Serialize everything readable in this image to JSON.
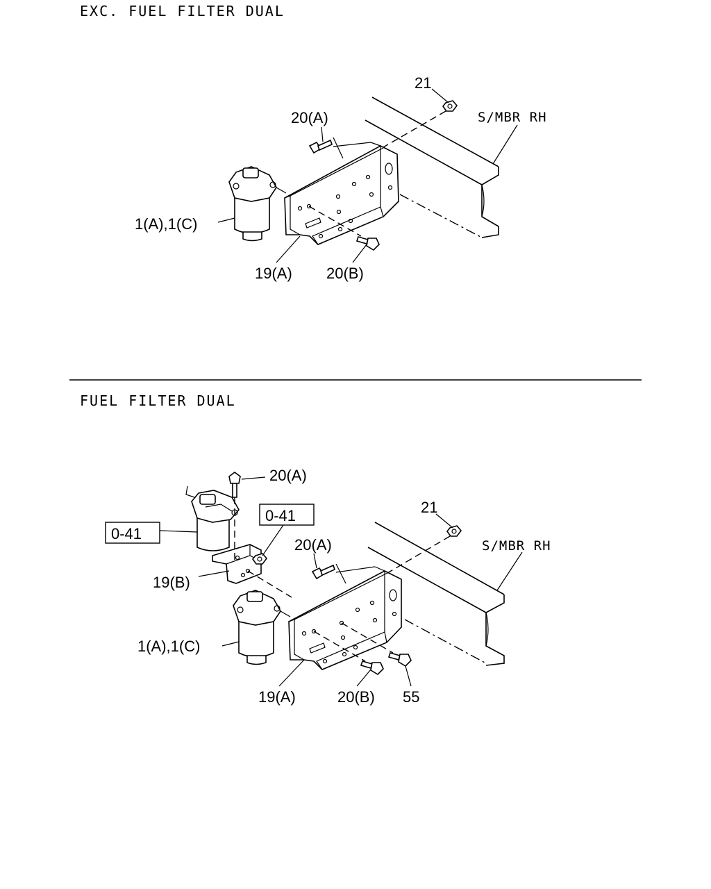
{
  "sections": [
    {
      "title": "EXC. FUEL FILTER DUAL",
      "labels": {
        "nut": "21",
        "bolt_a": "20(A)",
        "member": "S/MBR RH",
        "filter": "1(A),1(C)",
        "bracket_a": "19(A)",
        "bolt_b": "20(B)"
      }
    },
    {
      "title": "FUEL FILTER DUAL",
      "labels": {
        "bolt_a_top": "20(A)",
        "ref_left": "0-41",
        "ref_right": "0-41",
        "nut": "21",
        "bolt_a": "20(A)",
        "member": "S/MBR RH",
        "bracket_b": "19(B)",
        "filter": "1(A),1(C)",
        "bracket_a": "19(A)",
        "bolt_b": "20(B)",
        "bolt_55": "55"
      }
    }
  ]
}
